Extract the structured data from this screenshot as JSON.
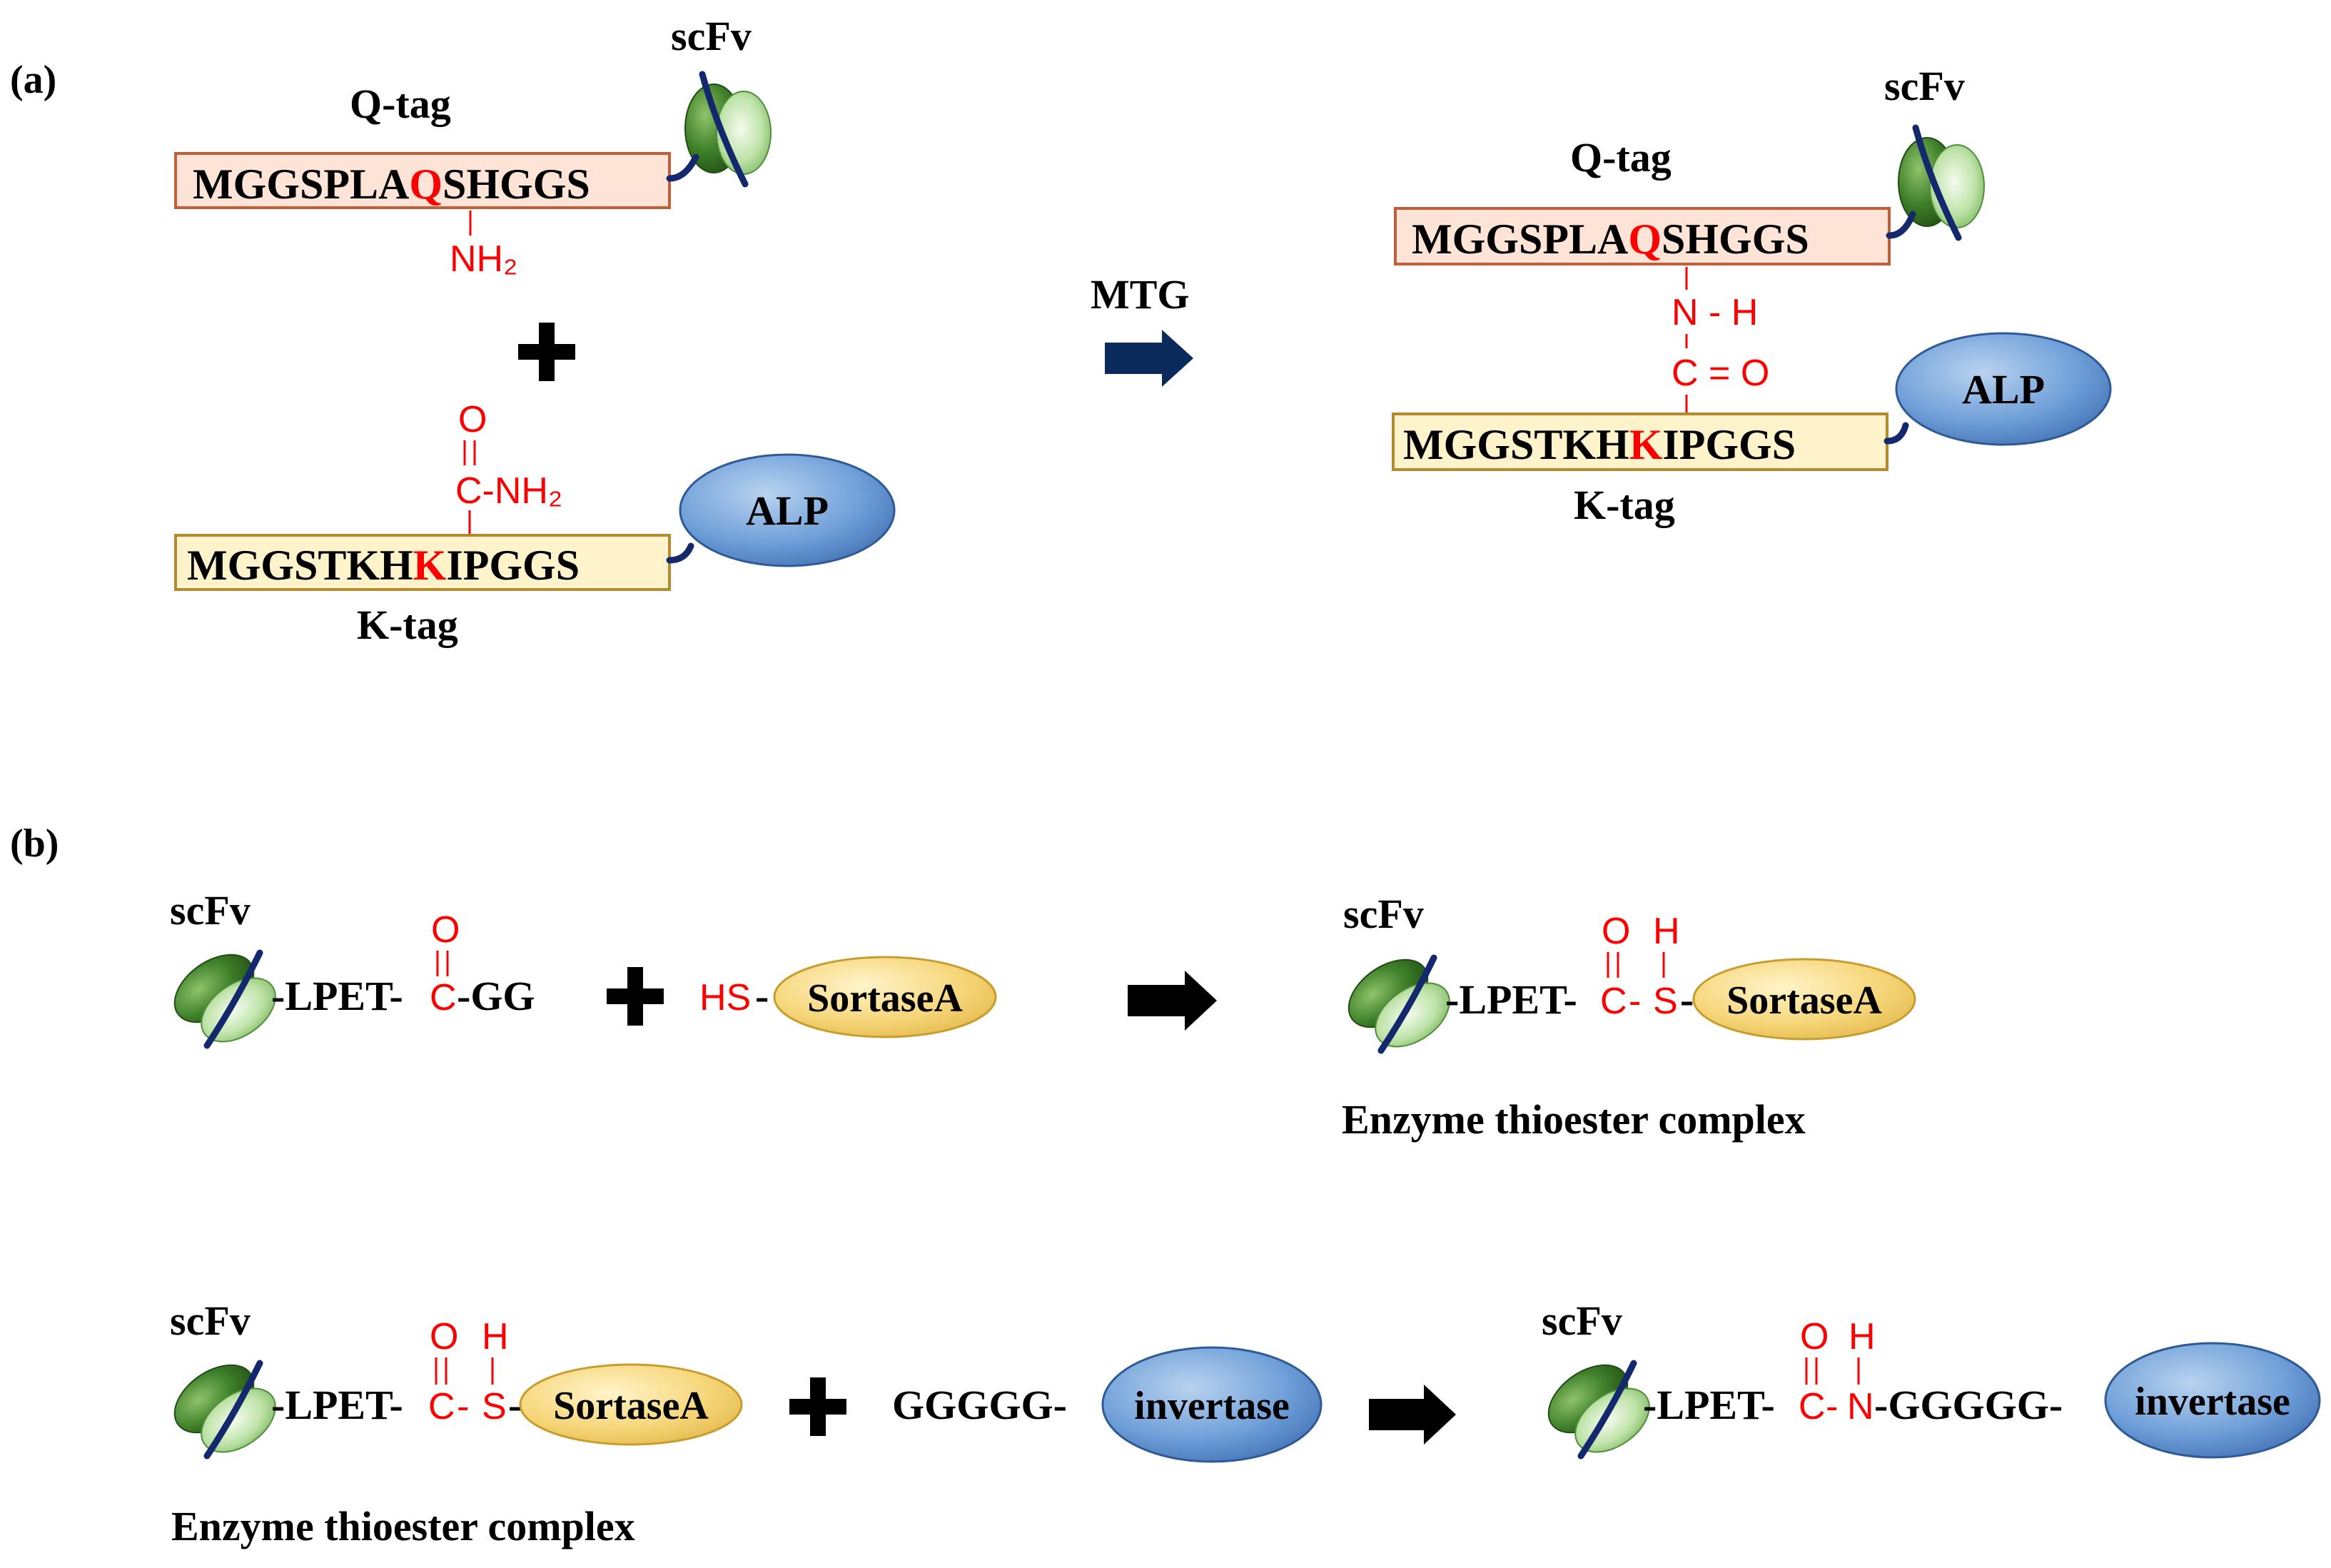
{
  "panel_a": {
    "label": "(a)",
    "left": {
      "scfv_label": "scFv",
      "qtag_title": "Q-tag",
      "qtag_seq": {
        "before": "MGGSPLA",
        "highlight": "Q",
        "after": "SHGGS"
      },
      "amine": "NH₂",
      "plus": "+",
      "ktag_carbonyl_o": "O",
      "ktag_amide": "C-NH₂",
      "alp_label": "ALP",
      "ktag_seq": {
        "before": "MGGSTKH",
        "highlight": "K",
        "after": "IPGGS"
      },
      "ktag_title": "K-tag"
    },
    "reaction": {
      "enzyme": "MTG"
    },
    "right": {
      "scfv_label": "scFv",
      "qtag_title": "Q-tag",
      "qtag_seq": {
        "before": "MGGSPLA",
        "highlight": "Q",
        "after": "SHGGS"
      },
      "nh": "N - H",
      "co": "C = O",
      "alp_label": "ALP",
      "ktag_seq": {
        "before": "MGGSTKH",
        "highlight": "K",
        "after": "IPGGS"
      },
      "ktag_title": "K-tag"
    }
  },
  "panel_b": {
    "label": "(b)",
    "row1": {
      "scfv_label": "scFv",
      "lpet": "-LPET-",
      "carbonyl_o": "O",
      "c": "C",
      "gg": "-GG",
      "plus": "+",
      "hs": "HS",
      "dash": "-",
      "sortase": "SortaseA",
      "product": {
        "scfv_label": "scFv",
        "lpet": "-LPET-",
        "o": "O",
        "h": "H",
        "c": "C",
        "dash": "-",
        "s": "S",
        "dash2": "-",
        "sortase": "SortaseA",
        "caption": "Enzyme thioester complex"
      }
    },
    "row2": {
      "scfv_label": "scFv",
      "lpet": "-LPET-",
      "o": "O",
      "h": "H",
      "c": "C",
      "dash": "-",
      "s": "S",
      "dash2": "-",
      "sortase": "SortaseA",
      "caption": "Enzyme thioester complex",
      "plus": "+",
      "ggggg": "GGGGG-",
      "invertase": "invertase",
      "product": {
        "scfv_label": "scFv",
        "lpet": "-LPET-",
        "o": "O",
        "h": "H",
        "c": "C",
        "dash": "-",
        "n": "N",
        "ggggg": "-GGGGG-",
        "invertase": "invertase"
      }
    }
  },
  "colors": {
    "chem_red": "#ff0000",
    "arrow_navy": "#0a2a5c",
    "qtag_fill": "#fde4d6",
    "qtag_border": "#c0603a",
    "ktag_fill": "#fff3cc",
    "ktag_border": "#b38a2e",
    "alp_blue": "#5b8fd0",
    "sortase_yellow": "#f5d77a",
    "scfv_dark": "#2f6b1f",
    "scfv_light": "#b9e0a5",
    "linker_navy": "#14286e"
  }
}
